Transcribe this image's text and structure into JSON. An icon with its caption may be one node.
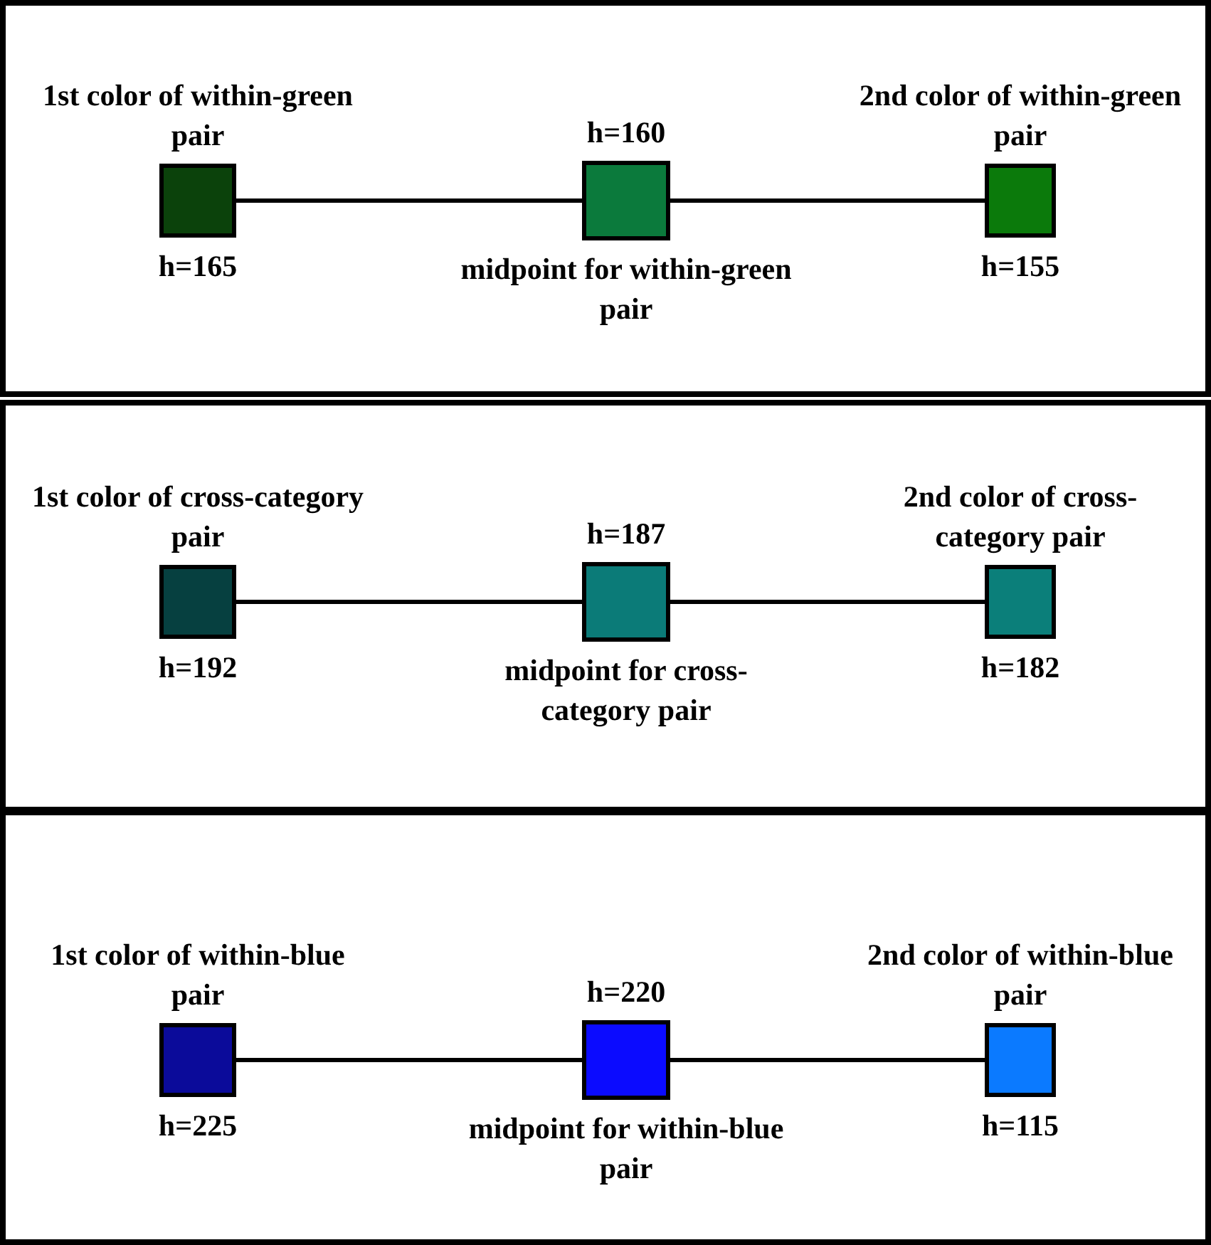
{
  "diagram": {
    "nodes": [
      {
        "text": [],
        "shape": "box"
      },
      {
        "text": [
          "1st color of within-green pair",
          "h=165"
        ],
        "in": 0
      },
      {
        "text": [
          "h=160",
          "midpoint for within-green pair"
        ],
        "in": 0
      },
      {
        "text": [
          "2nd color of within-green pair",
          "h=155"
        ],
        "in": 0
      },
      {
        "text": [],
        "shape": "box"
      },
      {
        "text": [
          "1st color of cross-category pair",
          "h=192"
        ],
        "in": 4
      },
      {
        "text": [
          "h=187",
          "midpoint for cross-category pair"
        ],
        "in": 4
      },
      {
        "text": [
          "2nd color of cross-category pair",
          "h=182"
        ],
        "in": 4
      },
      {
        "text": [],
        "shape": "box"
      },
      {
        "text": [
          "1st color of within-blue pair",
          "h=225"
        ],
        "in": 8
      },
      {
        "text": [
          "h=220",
          "midpoint for within-blue pair"
        ],
        "in": 8
      },
      {
        "text": [
          "2nd color of within-blue pair",
          "h=115"
        ],
        "in": 8
      }
    ],
    "edges": [
      {
        "from": 1,
        "to": 2,
        "arrow": "none"
      },
      {
        "from": 2,
        "to": 3,
        "arrow": "none"
      },
      {
        "from": 5,
        "to": 6,
        "arrow": "none"
      },
      {
        "from": 6,
        "to": 7,
        "arrow": "none"
      },
      {
        "from": 9,
        "to": 10,
        "arrow": "none"
      },
      {
        "from": 10,
        "to": 11,
        "arrow": "none"
      }
    ]
  }
}
